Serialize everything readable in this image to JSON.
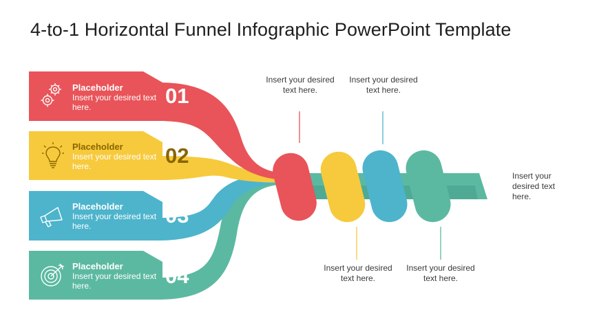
{
  "title": "4-to-1 Horizontal Funnel Infographic PowerPoint Template",
  "colors": {
    "red": "#e85459",
    "yellow": "#f6ca3c",
    "blue": "#4db4cc",
    "teal": "#5cb9a1"
  },
  "bands": [
    {
      "heading": "Placeholder",
      "body": "Insert your desired text here.",
      "number": "01",
      "icon": "gears-icon",
      "color": "red"
    },
    {
      "heading": "Placeholder",
      "body": "Insert your desired text here.",
      "number": "02",
      "icon": "lightbulb-icon",
      "color": "yellow"
    },
    {
      "heading": "Placeholder",
      "body": "Insert your desired text here.",
      "number": "03",
      "icon": "megaphone-icon",
      "color": "blue"
    },
    {
      "heading": "Placeholder",
      "body": "Insert your desired text here.",
      "number": "04",
      "icon": "target-icon",
      "color": "teal"
    }
  ],
  "callouts": {
    "top1": "Insert your desired text here.",
    "top2": "Insert your desired text here.",
    "bottom1": "Insert your desired text here.",
    "bottom2": "Insert your desired text here.",
    "output": "Insert your desired text here."
  }
}
